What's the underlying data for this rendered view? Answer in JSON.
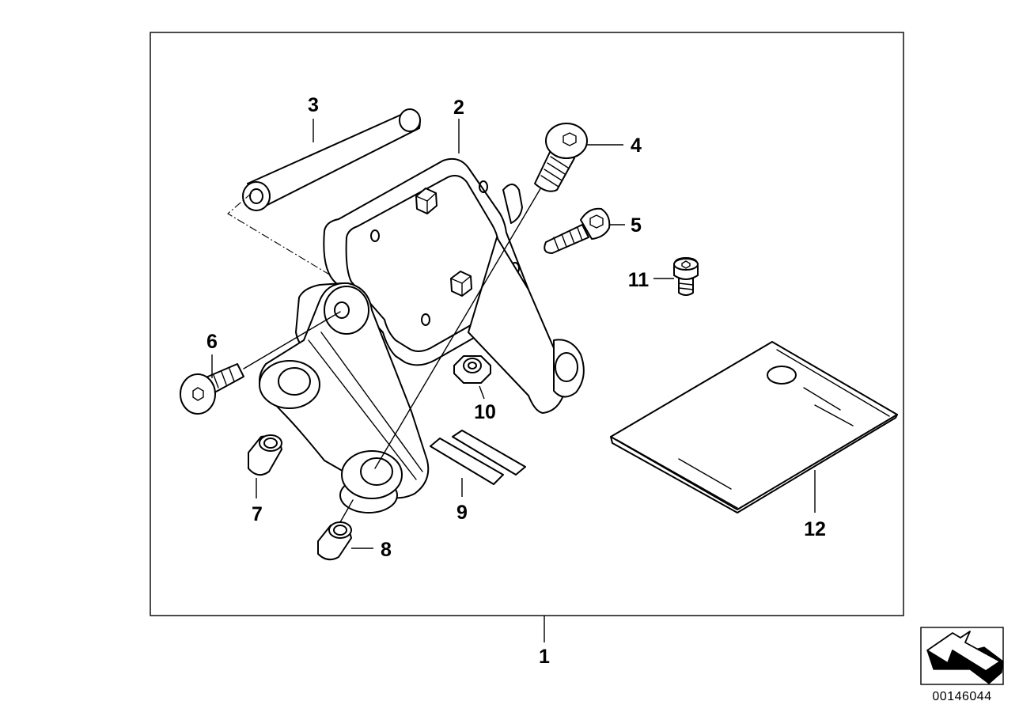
{
  "diagram": {
    "part_numbers": [
      "1",
      "2",
      "3",
      "4",
      "5",
      "6",
      "7",
      "8",
      "9",
      "10",
      "11",
      "12"
    ],
    "catalog_code": "00146044"
  }
}
